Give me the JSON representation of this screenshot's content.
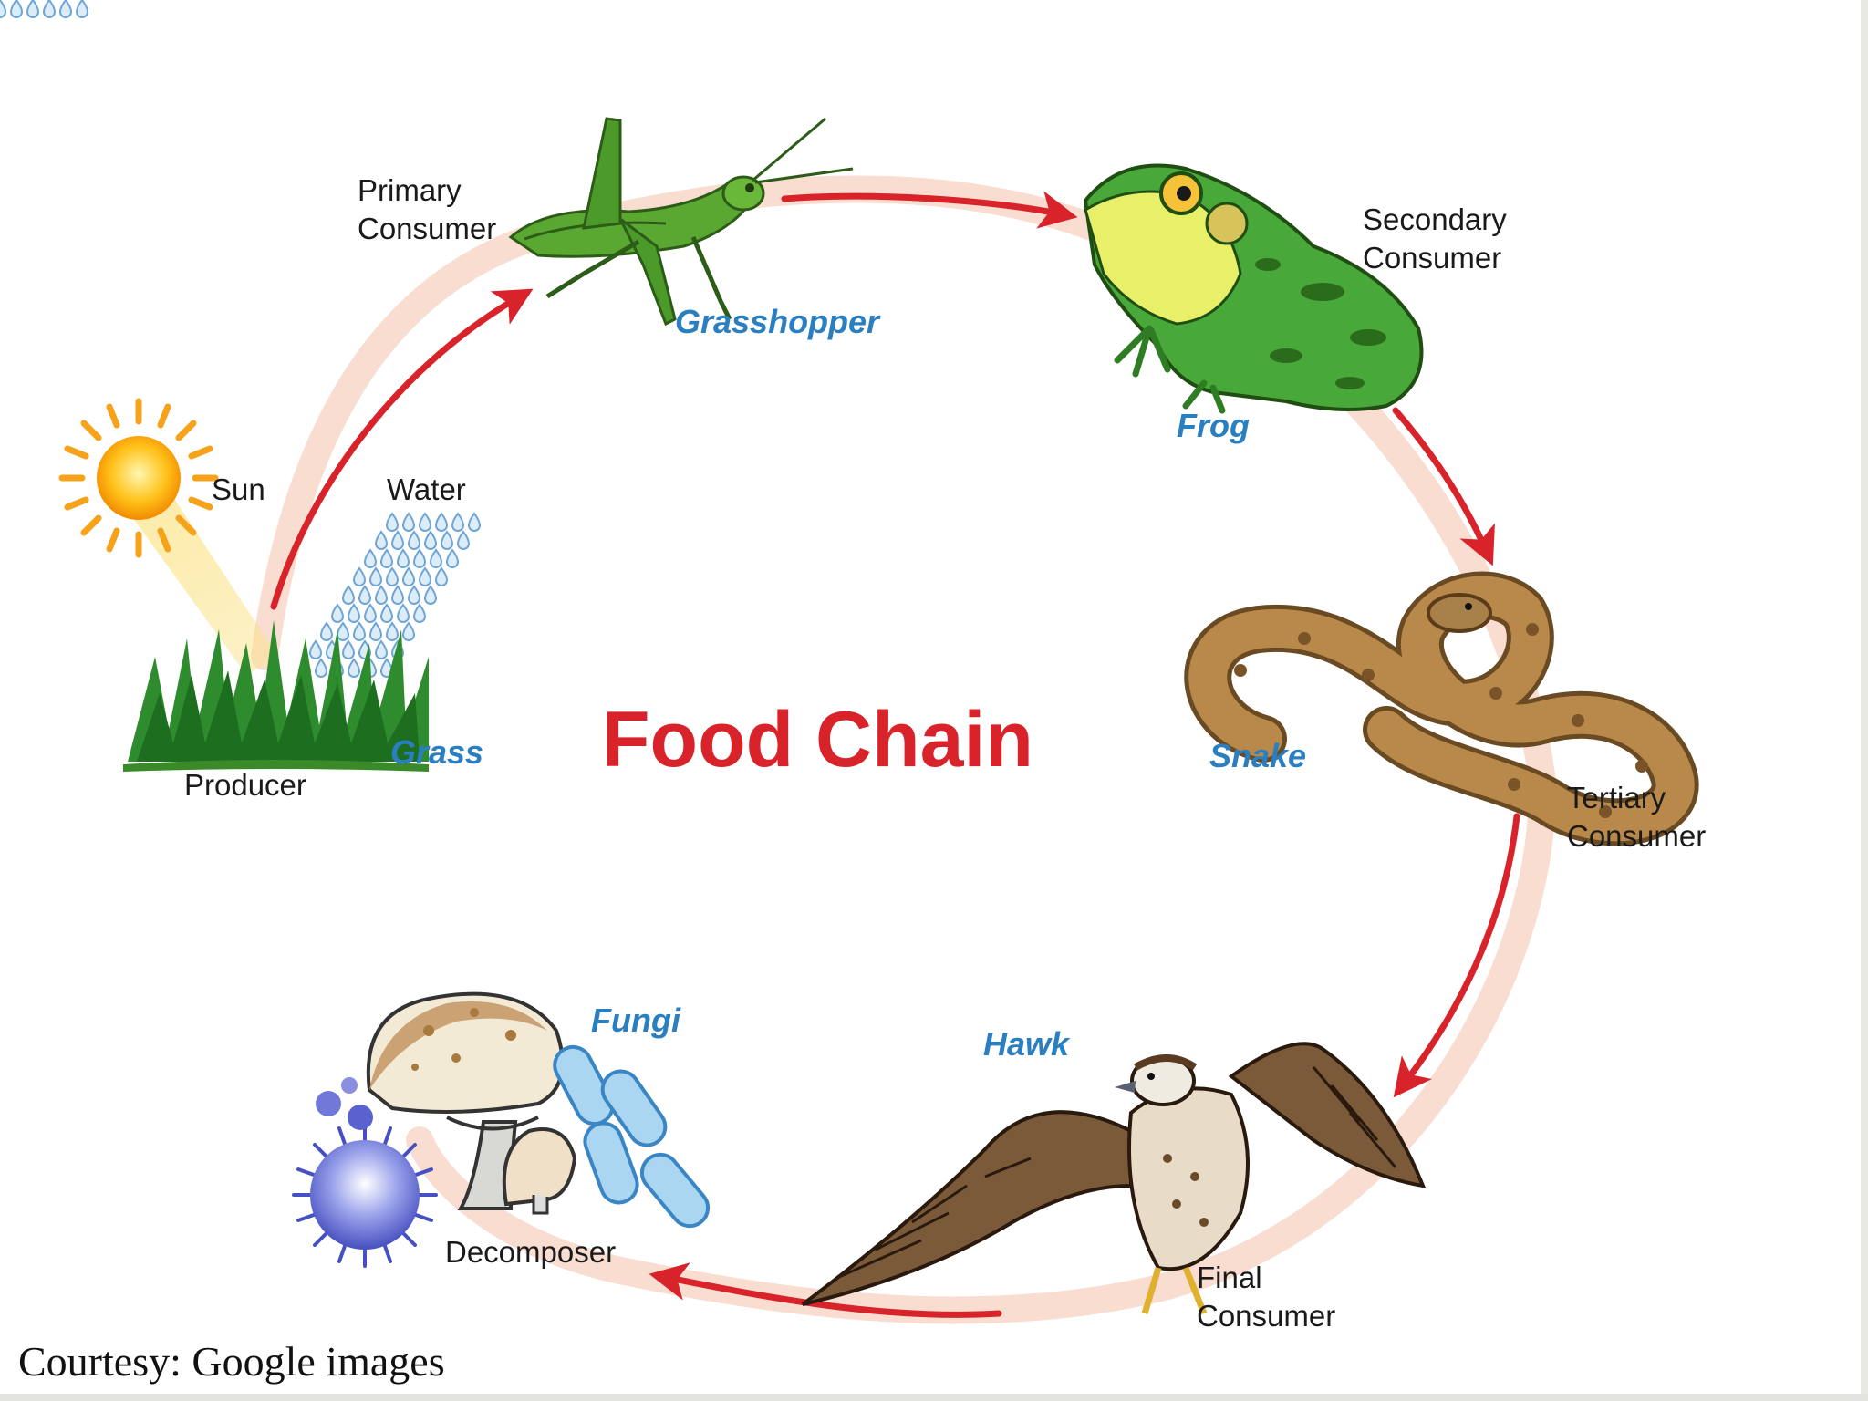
{
  "title": "Food Chain",
  "credit": "Courtesy: Google images",
  "labels": {
    "sun": "Sun",
    "water": "Water",
    "producer": "Producer",
    "primary": "Primary\nConsumer",
    "secondary": "Secondary\nConsumer",
    "tertiary": "Tertiary\nConsumer",
    "final": "Final\nConsumer",
    "decomposer": "Decomposer"
  },
  "organisms": {
    "grass": "Grass",
    "grasshopper": "Grasshopper",
    "frog": "Frog",
    "snake": "Snake",
    "hawk": "Hawk",
    "fungi": "Fungi"
  },
  "colors": {
    "arrow": "#d8232a",
    "ring": "#f8ddd0",
    "organism_label": "#2a7fc0",
    "title": "#d8232a"
  },
  "icons": [
    "sun-icon",
    "water-drops-icon",
    "grass-icon",
    "grasshopper-icon",
    "frog-icon",
    "snake-icon",
    "hawk-icon",
    "mushroom-icon",
    "bacteria-icon"
  ]
}
